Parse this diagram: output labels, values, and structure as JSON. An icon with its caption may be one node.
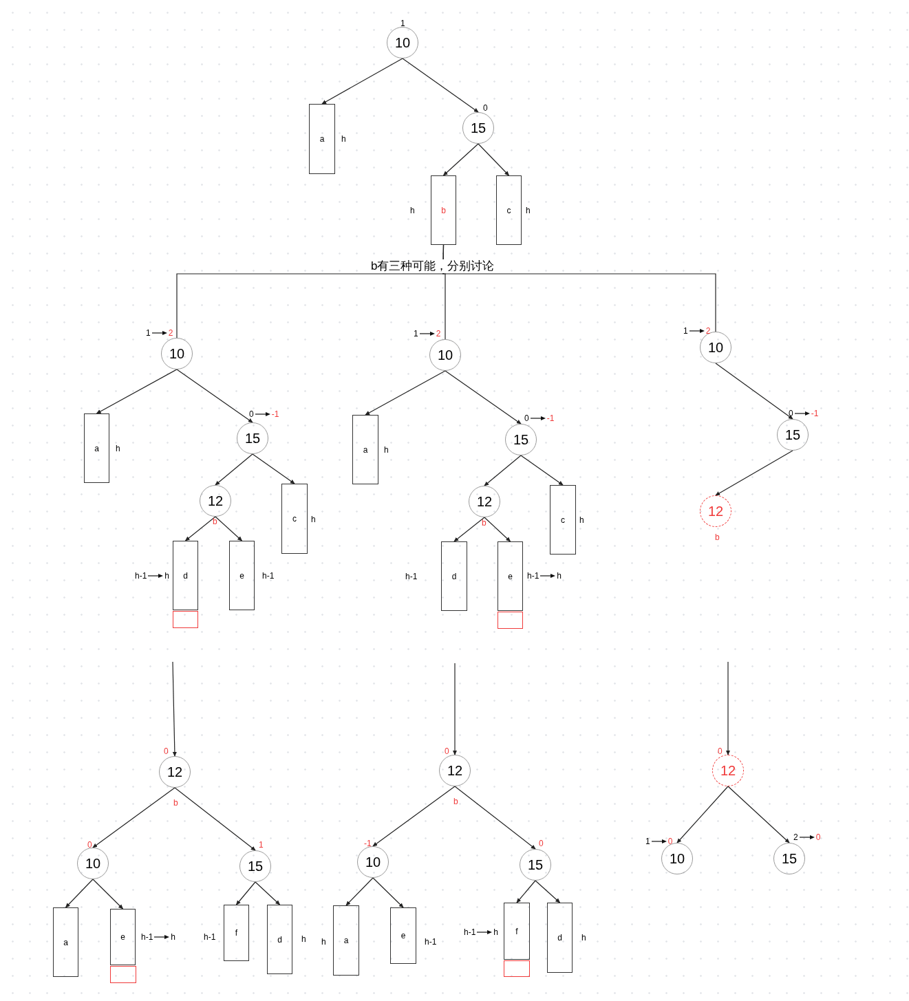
{
  "diagram": {
    "nodes": [
      {
        "text": [
          "10"
        ],
        "beside": [
          "1"
        ]
      },
      {
        "text": [
          "a"
        ],
        "beside": [
          "h"
        ]
      },
      {
        "text": [
          "15"
        ],
        "beside": [
          "0"
        ]
      },
      {
        "text": [
          "b"
        ],
        "beside": [
          "h"
        ]
      },
      {
        "text": [
          "c"
        ],
        "beside": [
          "h"
        ]
      },
      {
        "text": [
          "10"
        ],
        "beside": [
          "1",
          "2"
        ]
      },
      {
        "text": [
          "a"
        ],
        "beside": [
          "h"
        ]
      },
      {
        "text": [
          "15"
        ],
        "beside": [
          "0",
          "-1"
        ]
      },
      {
        "text": [
          "12"
        ],
        "beside": [
          "b"
        ]
      },
      {
        "text": [
          "c"
        ],
        "beside": [
          "h"
        ]
      },
      {
        "text": [
          "d"
        ],
        "beside": [
          "h-1",
          "h"
        ]
      },
      {
        "text": [],
        "shape": "box"
      },
      {
        "text": [
          "e"
        ],
        "beside": [
          "h-1"
        ]
      },
      {
        "text": [
          "10"
        ],
        "beside": [
          "1",
          "2"
        ]
      },
      {
        "text": [
          "a"
        ],
        "beside": [
          "h"
        ]
      },
      {
        "text": [
          "15"
        ],
        "beside": [
          "0",
          "-1"
        ]
      },
      {
        "text": [
          "12"
        ],
        "beside": [
          "b"
        ]
      },
      {
        "text": [
          "c"
        ],
        "beside": [
          "h"
        ]
      },
      {
        "text": [
          "d"
        ],
        "beside": [
          "h-1"
        ]
      },
      {
        "text": [
          "e"
        ],
        "beside": [
          "h-1",
          "h"
        ]
      },
      {
        "text": [],
        "shape": "box"
      },
      {
        "text": [
          "10"
        ],
        "beside": [
          "1",
          "2"
        ]
      },
      {
        "text": [
          "15"
        ],
        "beside": [
          "0",
          "-1"
        ]
      },
      {
        "text": [
          "12"
        ],
        "beside": [
          "b"
        ]
      },
      {
        "text": [
          "12"
        ],
        "beside": [
          "0",
          "b"
        ]
      },
      {
        "text": [
          "10"
        ],
        "beside": [
          "0"
        ]
      },
      {
        "text": [
          "15"
        ],
        "beside": [
          "1"
        ]
      },
      {
        "text": [
          "a"
        ]
      },
      {
        "text": [
          "e"
        ],
        "beside": [
          "h-1",
          "h"
        ]
      },
      {
        "text": [],
        "shape": "box"
      },
      {
        "text": [
          "f"
        ],
        "beside": [
          "h-1"
        ]
      },
      {
        "text": [
          "d"
        ],
        "beside": [
          "h"
        ]
      },
      {
        "text": [
          "12"
        ],
        "beside": [
          "0",
          "b"
        ]
      },
      {
        "text": [
          "10"
        ],
        "beside": [
          "-1"
        ]
      },
      {
        "text": [
          "15"
        ],
        "beside": [
          "0"
        ]
      },
      {
        "text": [
          "a"
        ],
        "beside": [
          "h"
        ]
      },
      {
        "text": [
          "e"
        ],
        "beside": [
          "h-1"
        ]
      },
      {
        "text": [
          "f"
        ],
        "beside": [
          "h-1",
          "h"
        ]
      },
      {
        "text": [],
        "shape": "box"
      },
      {
        "text": [
          "d"
        ],
        "beside": [
          "h"
        ]
      },
      {
        "text": [
          "12"
        ],
        "beside": [
          "0"
        ]
      },
      {
        "text": [
          "10"
        ],
        "beside": [
          "1",
          "0"
        ]
      },
      {
        "text": [
          "15"
        ],
        "beside": [
          "2",
          "0"
        ]
      }
    ],
    "edges": [
      {
        "from": 0,
        "to": 1,
        "arrow": "to"
      },
      {
        "from": 0,
        "to": 2,
        "arrow": "to"
      },
      {
        "from": 2,
        "to": 3,
        "arrow": "to"
      },
      {
        "from": 2,
        "to": 4,
        "arrow": "to"
      },
      {
        "from": 3,
        "to": 5,
        "arrow": "none"
      },
      {
        "from": 3,
        "to": 13,
        "arrow": "none"
      },
      {
        "from": 3,
        "to": 21,
        "arrow": "none"
      },
      {
        "from": 5,
        "to": 6,
        "arrow": "to"
      },
      {
        "from": 5,
        "to": 7,
        "arrow": "to"
      },
      {
        "from": 7,
        "to": 8,
        "arrow": "to"
      },
      {
        "from": 7,
        "to": 9,
        "arrow": "to"
      },
      {
        "from": 8,
        "to": 10,
        "arrow": "to"
      },
      {
        "from": 8,
        "to": 12,
        "arrow": "to"
      },
      {
        "from": 13,
        "to": 14,
        "arrow": "to"
      },
      {
        "from": 13,
        "to": 15,
        "arrow": "to"
      },
      {
        "from": 15,
        "to": 16,
        "arrow": "to"
      },
      {
        "from": 15,
        "to": 17,
        "arrow": "to"
      },
      {
        "from": 16,
        "to": 18,
        "arrow": "to"
      },
      {
        "from": 16,
        "to": 19,
        "arrow": "to"
      },
      {
        "from": 21,
        "to": 22,
        "arrow": "to"
      },
      {
        "from": 22,
        "to": 23,
        "arrow": "to"
      },
      {
        "from": null,
        "to": 24,
        "arrow": "to"
      },
      {
        "from": null,
        "to": 32,
        "arrow": "to"
      },
      {
        "from": null,
        "to": 40,
        "arrow": "to"
      },
      {
        "from": 24,
        "to": 25,
        "arrow": "to"
      },
      {
        "from": 24,
        "to": 26,
        "arrow": "to"
      },
      {
        "from": 25,
        "to": 27,
        "arrow": "to"
      },
      {
        "from": 25,
        "to": 28,
        "arrow": "to"
      },
      {
        "from": 26,
        "to": 30,
        "arrow": "to"
      },
      {
        "from": 26,
        "to": 31,
        "arrow": "to"
      },
      {
        "from": 32,
        "to": 33,
        "arrow": "to"
      },
      {
        "from": 32,
        "to": 34,
        "arrow": "to"
      },
      {
        "from": 33,
        "to": 35,
        "arrow": "to"
      },
      {
        "from": 33,
        "to": 36,
        "arrow": "to"
      },
      {
        "from": 34,
        "to": 37,
        "arrow": "to"
      },
      {
        "from": 34,
        "to": 39,
        "arrow": "to"
      },
      {
        "from": 40,
        "to": 41,
        "arrow": "to"
      },
      {
        "from": 40,
        "to": 42,
        "arrow": "to"
      }
    ],
    "labels": [
      "b有三种可能，分别讨论"
    ]
  }
}
